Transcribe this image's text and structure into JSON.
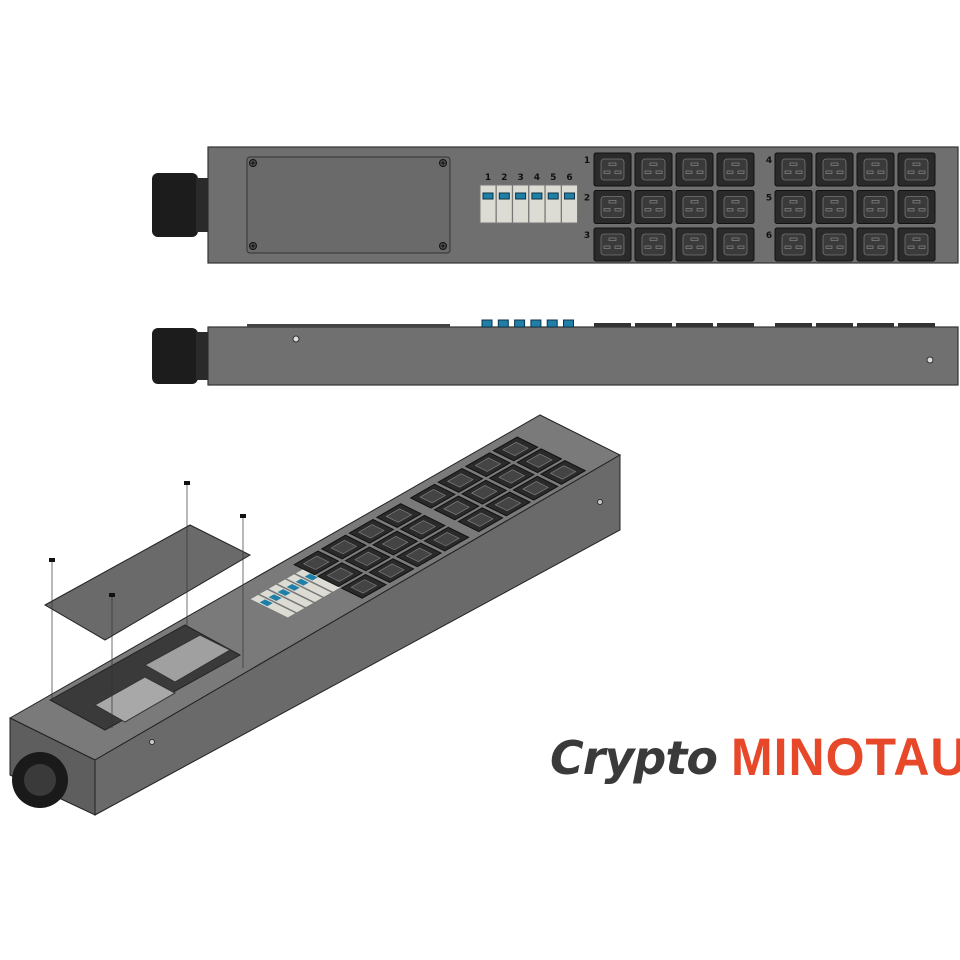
{
  "product_views": {
    "top_view": {
      "breaker_labels": [
        "1",
        "2",
        "3",
        "4",
        "5",
        "6"
      ],
      "outlet_group_labels": [
        "1",
        "2",
        "3",
        "4",
        "5",
        "6"
      ],
      "outlets_per_group": 4
    },
    "side_view": {},
    "isometric_view": {}
  },
  "logo": {
    "word1": "Crypto",
    "word2": "MINOTAUR"
  },
  "colors": {
    "body": "#6f6f6f",
    "outlet": "#2a2a2a",
    "breaker": "#dcdcd4",
    "breaker_toggle": "#1e7fa8",
    "logo_dark": "#3a3a3a",
    "logo_accent": "#e8482a"
  }
}
